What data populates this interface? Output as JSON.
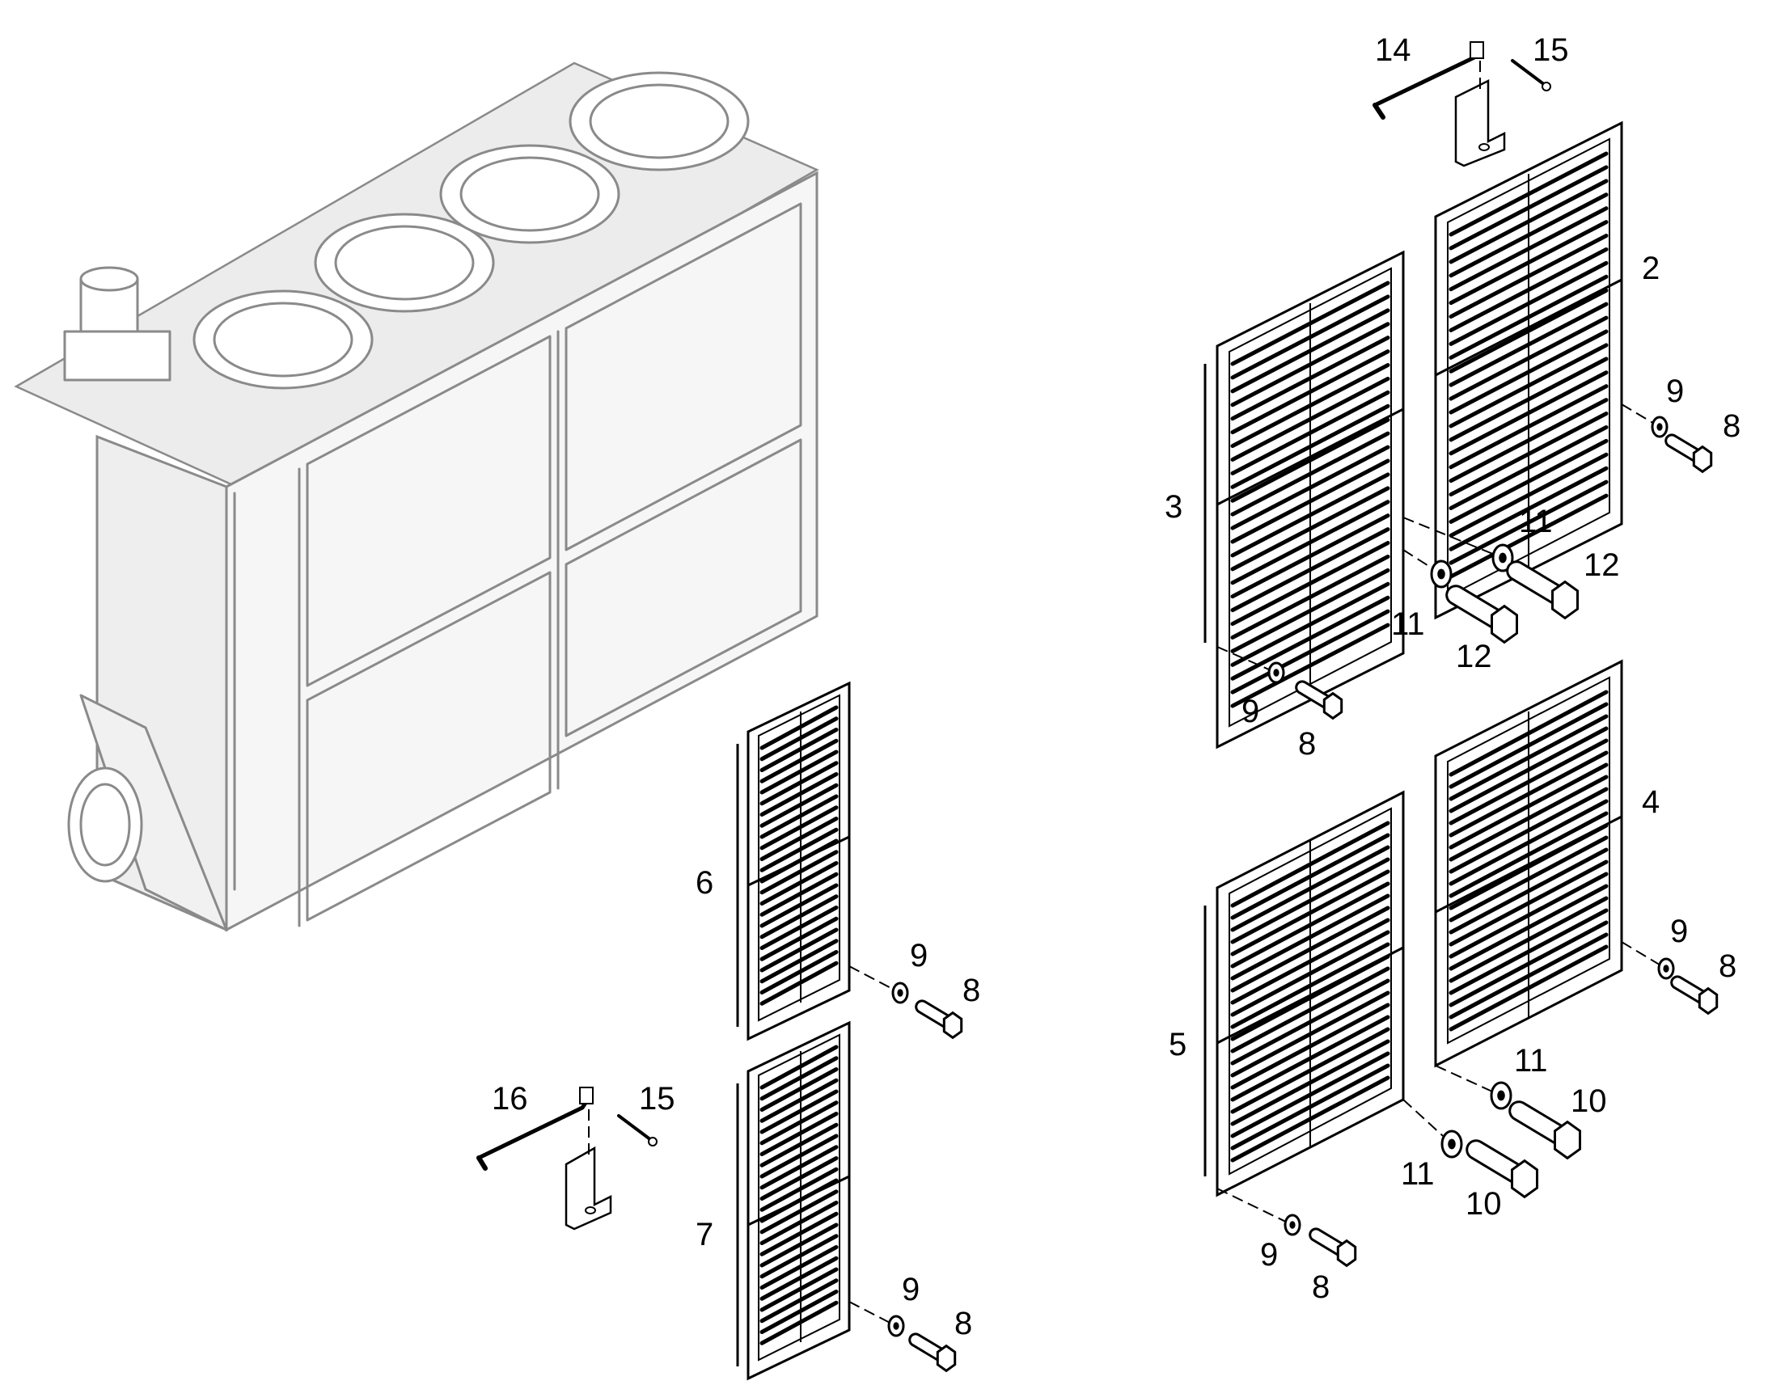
{
  "callouts": {
    "c2": "2",
    "c3": "3",
    "c4": "4",
    "c5": "5",
    "c6": "6",
    "c7": "7",
    "c8": "8",
    "c9": "9",
    "c10": "10",
    "c11": "11",
    "c12": "12",
    "c14": "14",
    "c15": "15",
    "c16": "16"
  },
  "colors": {
    "line": "#000000",
    "unit": "#8a8a8a",
    "background": "#ffffff"
  },
  "icons": {
    "unit": "radiator-cooling-unit-icon",
    "grille": "louver-grille-panel-icon",
    "bolt": "hex-bolt-icon",
    "washer": "flat-washer-icon",
    "rod": "support-rod-icon",
    "bracket": "mounting-bracket-icon",
    "pin": "split-pin-icon"
  }
}
